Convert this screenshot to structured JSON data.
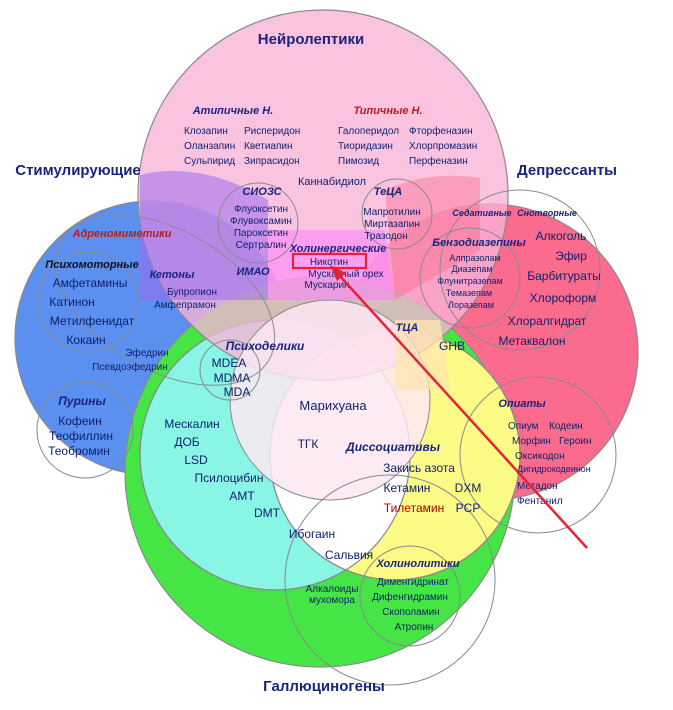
{
  "sets": {
    "neuro": "Нейролептики",
    "stim": "Стимулирующие",
    "depr": "Депрессанты",
    "hall": "Галлюциногены"
  },
  "groups": {
    "atypical": "Атипичные Н.",
    "typical": "Типичные Н.",
    "ssri": "СИОЗС",
    "teca": "ТеЦА",
    "sedative": "Седативные",
    "sleeping": "Снотворные",
    "adreno": "Адреномиметики",
    "psychomotor": "Психомоторные",
    "ketones": "Кетоны",
    "maoi": "ИМАО",
    "cholinergic": "Холинергические",
    "benzo": "Бензодиазепины",
    "tca": "ТЦА",
    "psychedelics": "Психоделики",
    "purines": "Пурины",
    "opiates": "Опиаты",
    "dissociatives": "Диссоциативы",
    "cholinolytics": "Холинолитики"
  },
  "items": {
    "atypical": [
      "Клозапин",
      "Рисперидон",
      "Оланзапин",
      "Кветиапин",
      "Сульпирид",
      "Зипрасидон"
    ],
    "typical": [
      "Галоперидол",
      "Фторфеназин",
      "Тиоридазин",
      "Хлорпромазин",
      "Пимозид",
      "Перфеназин"
    ],
    "cannabidiol": "Каннабидиол",
    "ssri": [
      "Флуоксетин",
      "Флувоксамин",
      "Пароксетин",
      "Сертралин"
    ],
    "teca": [
      "Мапротилин",
      "Миртазапин",
      "Тразодон"
    ],
    "psychomotor": [
      "Амфетамины",
      "Катинон",
      "Метилфенидат",
      "Кокаин"
    ],
    "ketones": [
      "Бупропион",
      "Амфепрамон"
    ],
    "cholinergic": [
      "Никотин",
      "Мускатный орех",
      "Мускарин"
    ],
    "benzo": [
      "Алпразолам",
      "Диазепам",
      "Флунитразепам",
      "Темазепам",
      "Лоразепам"
    ],
    "depressants": [
      "Алкоголь",
      "Эфир",
      "Барбитураты",
      "Хлороформ",
      "Хлоралгидрат",
      "Метаквалон"
    ],
    "ephedrine": [
      "Эфедрин",
      "Псевдоэфедрин"
    ],
    "amphet_psy": [
      "MDEA",
      "MDMA",
      "MDA"
    ],
    "ghb": "GHB",
    "purines": [
      "Кофеин",
      "Теофиллин",
      "Теобромин"
    ],
    "marijuana": "Марихуана",
    "opiates": [
      "Опиум",
      "Кодеин",
      "Морфин",
      "Героин",
      "Оксикодон",
      "Дигидрокодеинон",
      "Метадон",
      "Фентанил"
    ],
    "psychedelics": [
      "Мескалин",
      "ДОБ",
      "LSD",
      "Псилоцибин",
      "АМТ",
      "DMT"
    ],
    "thc": "ТГК",
    "dissociatives": [
      "Закись азота",
      "Кетамин",
      "DXM",
      "Тилетамин",
      "PCP"
    ],
    "ibogaine": "Ибогаин",
    "salvia": "Сальвия",
    "amanita": [
      "Алкалоиды",
      "мухомора"
    ],
    "cholinolytics": [
      "Дименгидринат",
      "Дифенгидрамин",
      "Скополамин",
      "Атропин"
    ]
  },
  "colors": {
    "neuro": "#f9b3d9",
    "stim": "#5b8ff0",
    "depr": "#fb6b8e",
    "hall": "#45e545",
    "psychedelic": "#88f5e5",
    "dissociative": "#fbfb86",
    "highlight": "#e8203a"
  }
}
